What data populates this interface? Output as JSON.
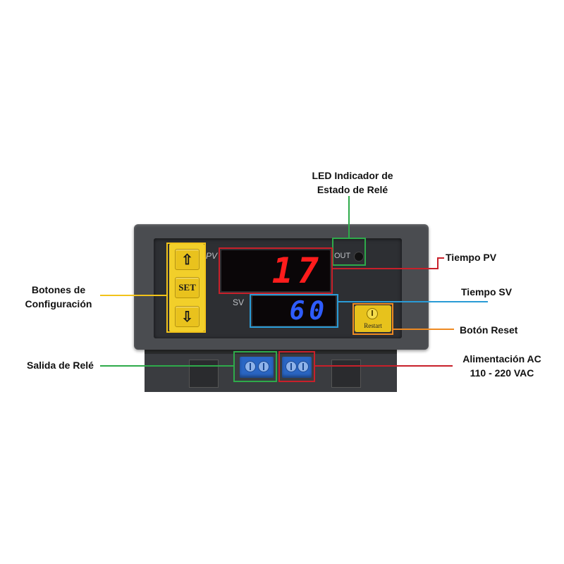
{
  "labels": {
    "led_indicator": [
      "LED Indicador de",
      "Estado de Relé"
    ],
    "tiempo_pv": "Tiempo PV",
    "tiempo_sv": "Tiempo SV",
    "boton_reset": "Botón Reset",
    "alimentacion": [
      "Alimentación AC",
      "110 - 220 VAC"
    ],
    "botones_config": [
      "Botones de",
      "Configuración"
    ],
    "salida_rele": "Salida de Relé"
  },
  "device": {
    "pv_tag": "PV",
    "sv_tag": "SV",
    "out_tag": "OUT",
    "pv_value": "17",
    "sv_value": "60",
    "set_key": "SET",
    "up_key": "⇧",
    "down_key": "⇩",
    "restart_label": "Restart"
  },
  "colors": {
    "led_callout": "#2eaa4a",
    "pv_callout": "#c8202a",
    "sv_callout": "#2a9bd6",
    "reset_callout": "#ef8a22",
    "alimentacion_callout": "#c8202a",
    "config_callout": "#f2c31a",
    "salida_callout": "#2eaa4a",
    "pv_digits": "#ff1c1c",
    "sv_digits": "#2e5cff"
  }
}
